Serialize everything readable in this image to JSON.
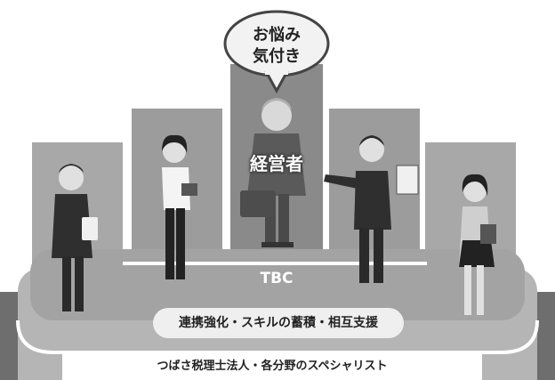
{
  "bubble": {
    "line1": "お悩み",
    "line2": "気付き"
  },
  "ceo": {
    "label": "経営者"
  },
  "center": {
    "label": "TBC"
  },
  "pill": {
    "text": "連携強化・スキルの蓄積・相互支援"
  },
  "footer": {
    "text": "つばさ税理士法人・各分野のスペシャリスト"
  },
  "colors": {
    "panel_dark": "#8f8f8f",
    "panel_light": "#a9a9a9",
    "ceo_panel": "#888888",
    "base": "#9a9a9a",
    "outer_ring": "#6f6f6f"
  }
}
